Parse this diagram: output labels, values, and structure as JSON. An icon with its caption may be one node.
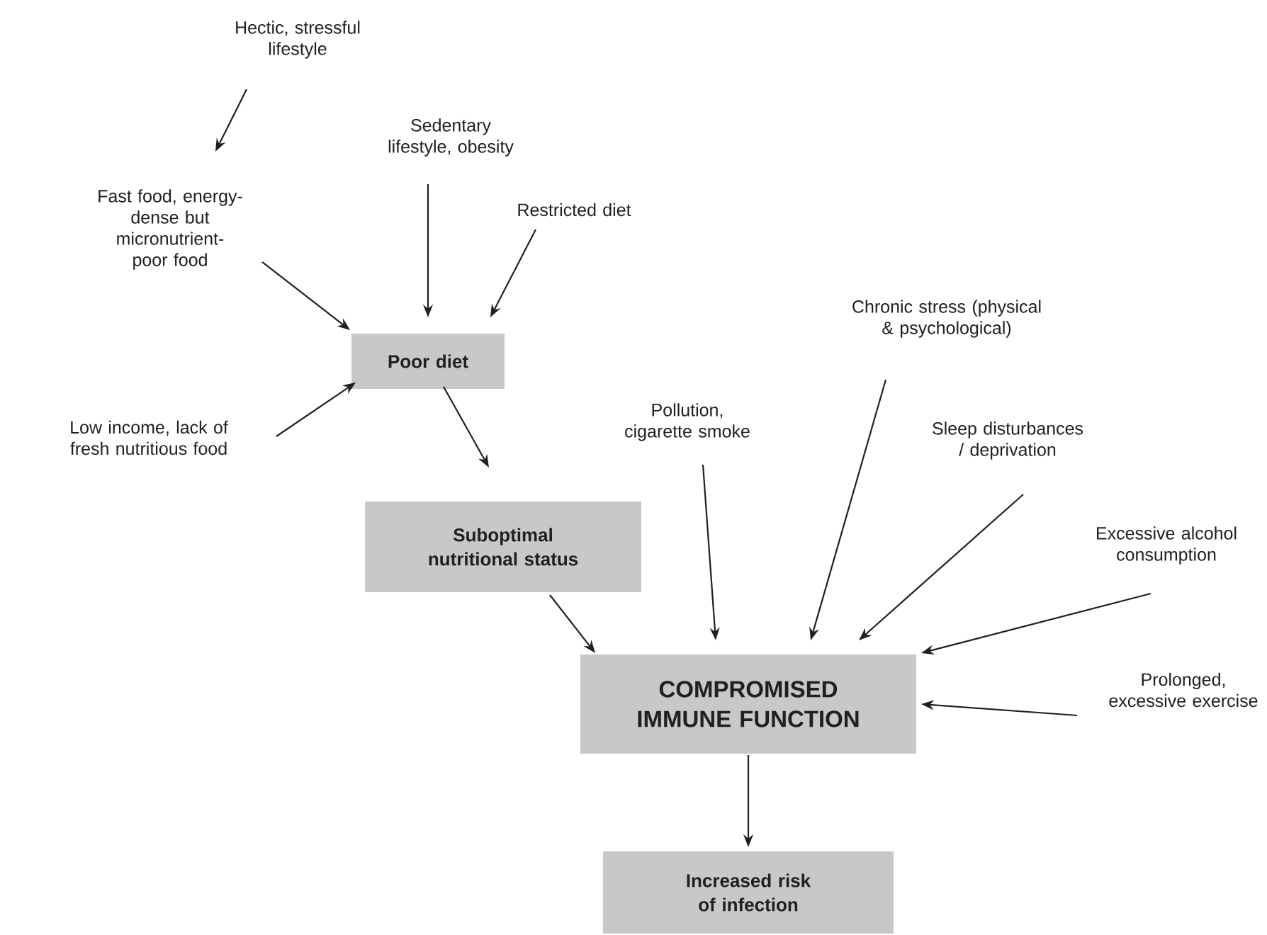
{
  "diagram": {
    "nodes": [
      {
        "text": [
          "Hectic, stressful lifestyle"
        ]
      },
      {
        "text": [
          "Sedentary lifestyle, obesity"
        ]
      },
      {
        "text": [
          "Fast food, energy-dense but micronutrient-poor food"
        ]
      },
      {
        "text": [
          "Restricted diet"
        ]
      },
      {
        "text": [
          "Poor diet"
        ]
      },
      {
        "text": [
          "Low income, lack of fresh nutritious food"
        ]
      },
      {
        "text": [
          "Pollution, cigarette smoke"
        ]
      },
      {
        "text": [
          "Chronic stress (physical & psychological)"
        ]
      },
      {
        "text": [
          "Sleep disturbances / deprivation"
        ]
      },
      {
        "text": [
          "Suboptimal nutritional status"
        ]
      },
      {
        "text": [
          "Excessive alcohol consumption"
        ]
      },
      {
        "text": [
          "COMPROMISED IMMUNE FUNCTION"
        ]
      },
      {
        "text": [
          "Prolonged, excessive exercise"
        ]
      },
      {
        "text": [
          "Increased risk of infection"
        ]
      }
    ],
    "edges": [
      {
        "from": 0,
        "to": 2,
        "arrow": "to"
      },
      {
        "from": 1,
        "to": 4,
        "arrow": "to"
      },
      {
        "from": 3,
        "to": 4,
        "arrow": "to"
      },
      {
        "from": 2,
        "to": 4,
        "arrow": "to"
      },
      {
        "from": 5,
        "to": 4,
        "arrow": "to"
      },
      {
        "from": 4,
        "to": 9,
        "arrow": "to"
      },
      {
        "from": 9,
        "to": 11,
        "arrow": "to"
      },
      {
        "from": 6,
        "to": 11,
        "arrow": "to"
      },
      {
        "from": 7,
        "to": 11,
        "arrow": "to"
      },
      {
        "from": 8,
        "to": 11,
        "arrow": "to"
      },
      {
        "from": 10,
        "to": 11,
        "arrow": "to"
      },
      {
        "from": 12,
        "to": 11,
        "arrow": "to"
      },
      {
        "from": 11,
        "to": 13,
        "arrow": "to"
      }
    ]
  }
}
